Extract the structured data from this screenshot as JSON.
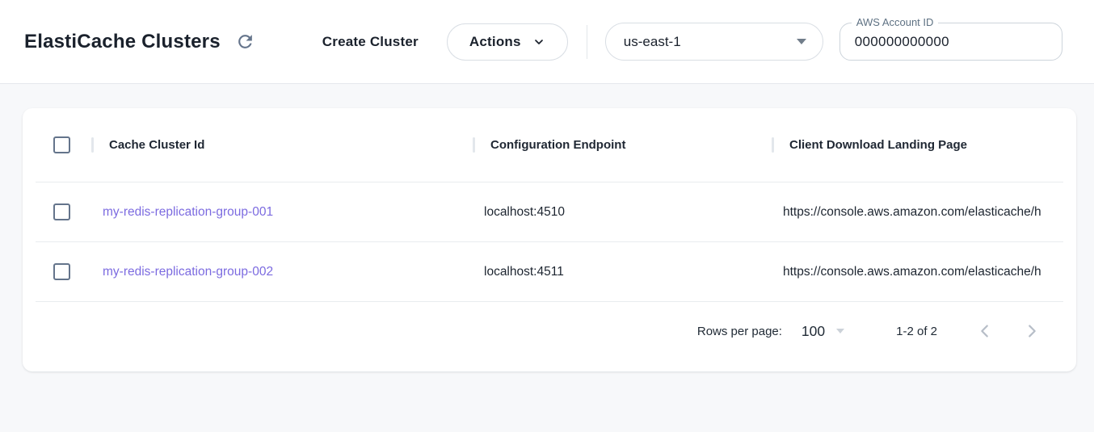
{
  "header": {
    "title": "ElastiCache Clusters",
    "create_cluster_label": "Create Cluster",
    "actions_label": "Actions",
    "region_selected": "us-east-1",
    "account_field": {
      "label": "AWS Account ID",
      "value": "000000000000"
    }
  },
  "table": {
    "columns": [
      "Cache Cluster Id",
      "Configuration Endpoint",
      "Client Download Landing Page"
    ],
    "rows": [
      {
        "cache_cluster_id": "my-redis-replication-group-001",
        "configuration_endpoint": "localhost:4510",
        "client_download_landing_page": "https://console.aws.amazon.com/elasticache/h"
      },
      {
        "cache_cluster_id": "my-redis-replication-group-002",
        "configuration_endpoint": "localhost:4511",
        "client_download_landing_page": "https://console.aws.amazon.com/elasticache/h"
      }
    ]
  },
  "pagination": {
    "rows_per_page_label": "Rows per page:",
    "rows_per_page_value": "100",
    "range_label": "1-2 of 2"
  },
  "colors": {
    "link_purple": "#7c6be0",
    "slate_icon": "#64748b",
    "background": "#f7f8fa",
    "divider": "#e9ecef"
  }
}
